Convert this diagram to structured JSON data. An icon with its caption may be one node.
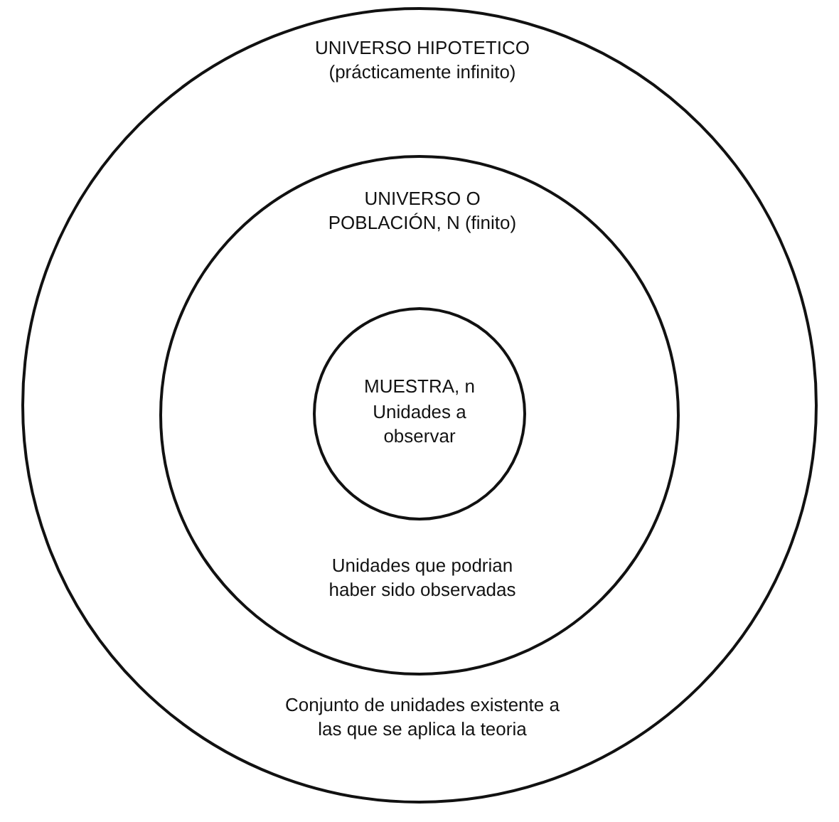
{
  "diagram": {
    "nodes": [
      {
        "text": [
          "UNIVERSO HIPOTETICO (prácticamente infinito)",
          "Conjunto de unidades existente a las que se aplica la teoria"
        ]
      },
      {
        "text": [
          "UNIVERSO O POBLACIÓN, N (finito)",
          "Unidades que podrian haber sido observadas"
        ],
        "in": 0
      },
      {
        "text": [
          "MUESTRA, n",
          "Unidades a observar"
        ],
        "in": 1
      }
    ],
    "edges": []
  }
}
